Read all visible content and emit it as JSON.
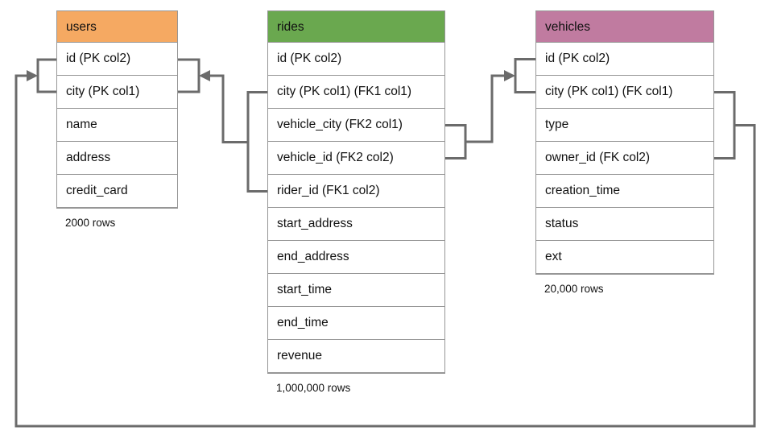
{
  "colors": {
    "users_header": "#F5A962",
    "rides_header": "#6AA84F",
    "vehicles_header": "#C07BA0",
    "connector": "#6B6B6B",
    "table_border": "#969696"
  },
  "tables": [
    {
      "name": "users",
      "header_color": "#F5A962",
      "rows": [
        "id (PK col2)",
        "city (PK col1)",
        "name",
        "address",
        "credit_card"
      ],
      "caption": "2000 rows"
    },
    {
      "name": "rides",
      "header_color": "#6AA84F",
      "rows": [
        "id (PK col2)",
        "city (PK col1) (FK1 col1)",
        "vehicle_city (FK2 col1)",
        "vehicle_id (FK2 col2)",
        "rider_id (FK1 col2)",
        "start_address",
        "end_address",
        "start_time",
        "end_time",
        "revenue"
      ],
      "caption": "1,000,000 rows"
    },
    {
      "name": "vehicles",
      "header_color": "#C07BA0",
      "rows": [
        "id (PK col2)",
        "city (PK col1) (FK col1)",
        "type",
        "owner_id (FK col2)",
        "creation_time",
        "status",
        "ext"
      ],
      "caption": "20,000 rows"
    }
  ],
  "relationships": [
    {
      "from": "rides (city, rider_id)",
      "to": "users (city, id)",
      "key": "FK1"
    },
    {
      "from": "rides (vehicle_city, vehicle_id)",
      "to": "vehicles (city, id)",
      "key": "FK2"
    },
    {
      "from": "vehicles (city, owner_id)",
      "to": "users (city, id)",
      "key": "FK"
    }
  ]
}
